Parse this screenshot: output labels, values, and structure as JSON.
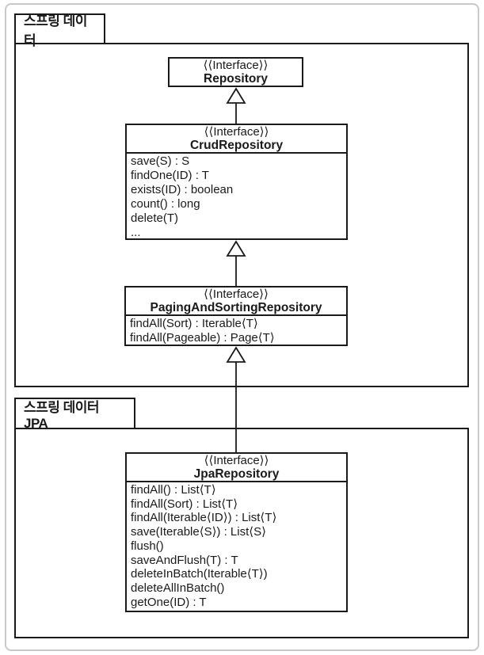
{
  "colors": {
    "line": "#1a1a1a",
    "page_border": "#c9c9c9",
    "background": "#ffffff"
  },
  "packages": {
    "spring_data": {
      "label": "스프링 데이터"
    },
    "spring_data_jpa": {
      "label": "스프링 데이터 JPA"
    }
  },
  "interfaces": {
    "repository": {
      "stereotype": "⟨⟨Interface⟩⟩",
      "name": "Repository",
      "methods": []
    },
    "crud_repository": {
      "stereotype": "⟨⟨Interface⟩⟩",
      "name": "CrudRepository",
      "methods": [
        "save(S) : S",
        "findOne(ID) : T",
        "exists(ID) : boolean",
        "count() : long",
        "delete(T)",
        "..."
      ]
    },
    "paging_and_sorting_repository": {
      "stereotype": "⟨⟨Interface⟩⟩",
      "name": "PagingAndSortingRepository",
      "methods": [
        "findAll(Sort) : Iterable⟨T⟩",
        "findAll(Pageable) : Page⟨T⟩"
      ]
    },
    "jpa_repository": {
      "stereotype": "⟨⟨Interface⟩⟩",
      "name": "JpaRepository",
      "methods": [
        "findAll() : List⟨T⟩",
        "findAll(Sort) : List⟨T⟩",
        "findAll(Iterable⟨ID⟩) : List⟨T⟩",
        "save(Iterable⟨S⟩) : List⟨S⟩",
        "flush()",
        "saveAndFlush(T) : T",
        "deleteInBatch(Iterable⟨T⟩)",
        "deleteAllInBatch()",
        "getOne(ID) : T"
      ]
    }
  },
  "relations": [
    {
      "from": "CrudRepository",
      "to": "Repository",
      "type": "generalization"
    },
    {
      "from": "PagingAndSortingRepository",
      "to": "CrudRepository",
      "type": "generalization"
    },
    {
      "from": "JpaRepository",
      "to": "PagingAndSortingRepository",
      "type": "generalization"
    }
  ]
}
